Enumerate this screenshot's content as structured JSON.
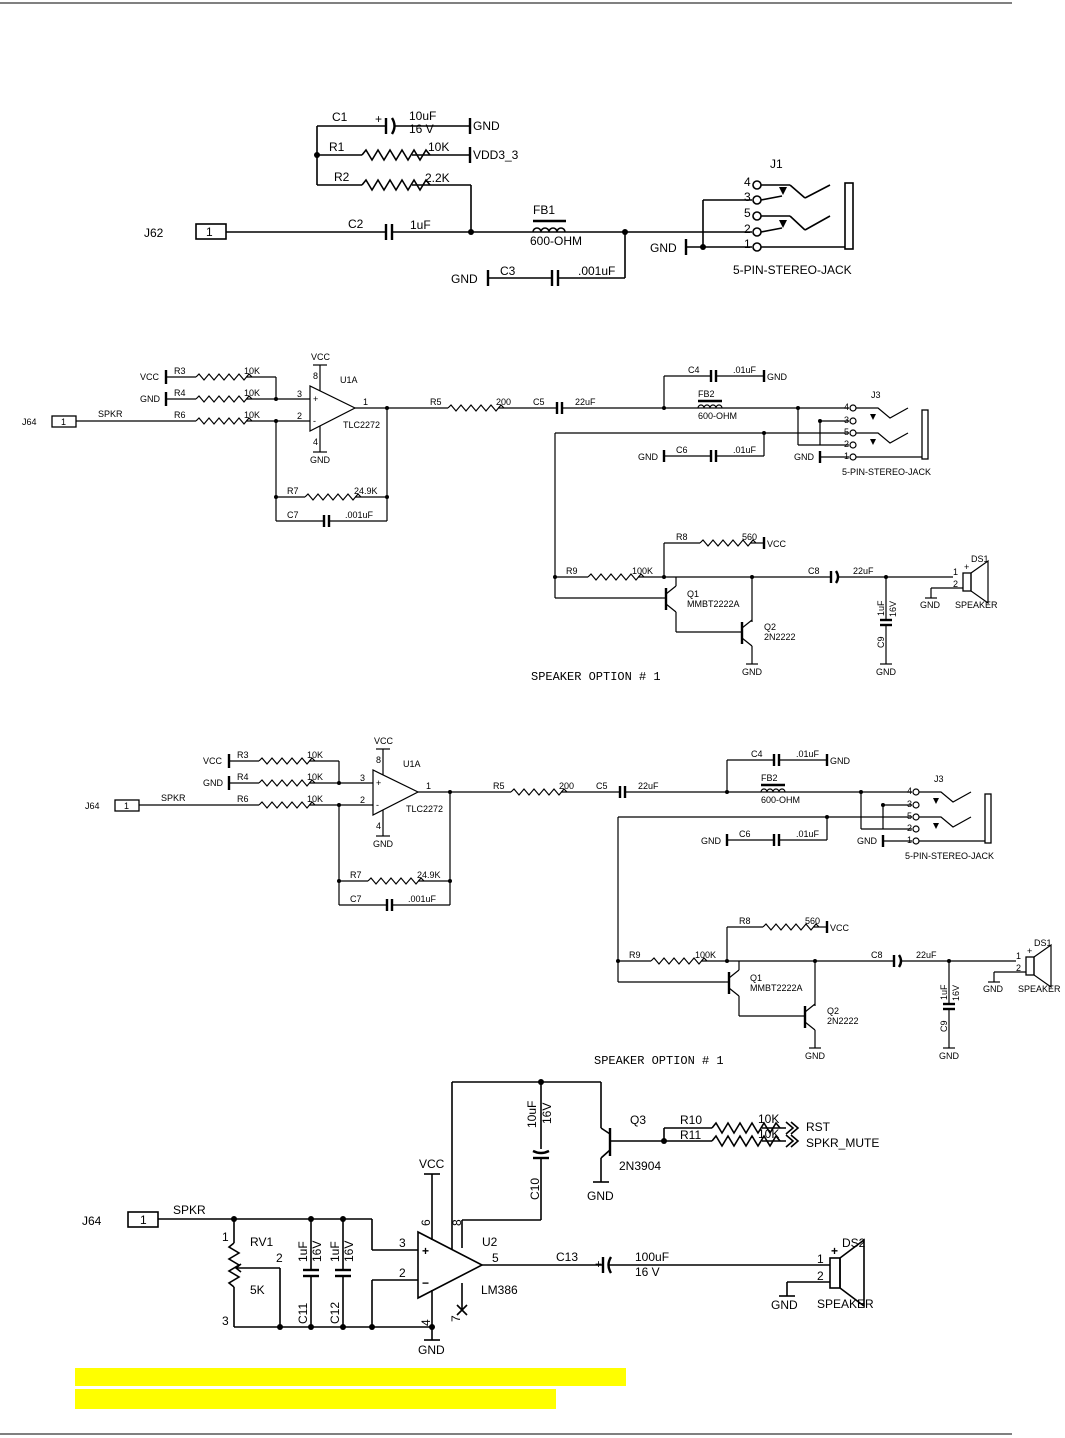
{
  "colors": {
    "highlight": "#ffff00",
    "ink": "#000000"
  },
  "circuit1": {
    "j62": "J62",
    "pin1": "1",
    "c1": "C1",
    "c1_val": "10uF",
    "c1_volt": "16 V",
    "c1_gnd": "GND",
    "plus": "+",
    "r1": "R1",
    "r1_val": "10K",
    "r1_net": "VDD3_3",
    "r2": "R2",
    "r2_val": "2.2K",
    "c2": "C2",
    "c2_val": "1uF",
    "fb1": "FB1",
    "fb1_val": "600-OHM",
    "c3": "C3",
    "c3_val": ".001uF",
    "c3_gnd": "GND",
    "j1": "J1",
    "jack_gnd": "GND",
    "jack_name": "5-PIN-STEREO-JACK",
    "jack_pins": [
      "4",
      "3",
      "5",
      "2",
      "1"
    ]
  },
  "circuit2": {
    "vcc": "VCC",
    "gnd": "GND",
    "spkr": "SPKR",
    "j64": "J64",
    "pin1": "1",
    "r3": "R3",
    "r3_val": "10K",
    "r4": "R4",
    "r4_val": "10K",
    "r6": "R6",
    "r6_val": "10K",
    "u1a": "U1A",
    "u1a_part": "TLC2272",
    "pin8": "8",
    "pin4": "4",
    "pin3": "3",
    "pin2": "2",
    "pin_out": "1",
    "r5": "R5",
    "r5_val": "200",
    "c5": "C5",
    "c5_val": "22uF",
    "c4": "C4",
    "c4_val": ".01uF",
    "fb2": "FB2",
    "fb2_val": "600-OHM",
    "c6": "C6",
    "c6_val": ".01uF",
    "j3": "J3",
    "jack_name": "5-PIN-STEREO-JACK",
    "jack_pins": [
      "4",
      "3",
      "5",
      "2",
      "1"
    ],
    "r7": "R7",
    "r7_val": "24.9K",
    "c7": "C7",
    "c7_val": ".001uF",
    "r8": "R8",
    "r8_val": "560",
    "r9": "R9",
    "r9_val": "100K",
    "q1": "Q1",
    "q1_part": "MMBT2222A",
    "q2": "Q2",
    "q2_part": "2N2222",
    "c8": "C8",
    "c8_val": "22uF",
    "c9": "C9",
    "c9_val": "1uF",
    "c9_volt": "16V",
    "ds1": "DS1",
    "speaker": "SPEAKER",
    "spk_pin1": "1",
    "spk_pin2": "2",
    "plus": "+",
    "option": "SPEAKER OPTION # 1"
  },
  "circuit3": {
    "j64": "J64",
    "pin1": "1",
    "spkr": "SPKR",
    "rv1": "RV1",
    "rv1_val": "5K",
    "rv_pin1": "1",
    "rv_pin2": "2",
    "rv_pin3": "3",
    "c11": "C11",
    "c11_val": "1uF",
    "c11_volt": "16V",
    "c12": "C12",
    "c12_val": "1uF",
    "c12_volt": "16V",
    "vcc": "VCC",
    "u2": "U2",
    "u2_part": "LM386",
    "pin6": "6",
    "pin8": "8",
    "pin3": "3",
    "pin2": "2",
    "pin5": "5",
    "pin4": "4",
    "pin7": "7",
    "c10": "C10",
    "c10_val": "10uF",
    "c10_volt": "16V",
    "q3": "Q3",
    "q3_part": "2N3904",
    "r10": "R10",
    "r10_val": "10K",
    "r11": "R11",
    "r11_val": "10K",
    "rst": "RST",
    "spkr_mute": "SPKR_MUTE",
    "c13": "C13",
    "c13_val": "100uF",
    "c13_volt": "16 V",
    "ds2": "DS2",
    "speaker": "SPEAKER",
    "spk_pin1": "1",
    "spk_pin2": "2",
    "gnd": "GND",
    "plus": "+"
  }
}
